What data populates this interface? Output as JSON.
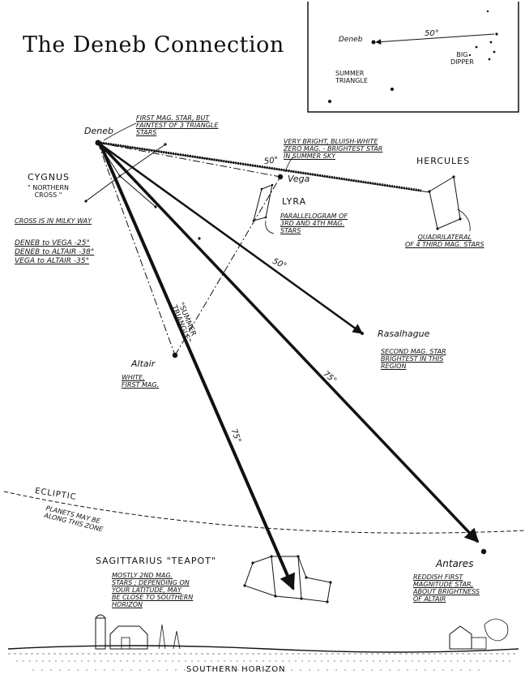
{
  "title": "The Deneb Connection",
  "inset": {
    "deneb": "Deneb",
    "deg50": "50°",
    "big_dipper": [
      "BIG",
      "DIPPER"
    ],
    "summer_triangle": [
      "SUMMER",
      "TRIANGLE"
    ]
  },
  "stars": {
    "deneb": "Deneb",
    "vega": "Vega",
    "altair": "Altair",
    "rasalhague": "Rasalhague",
    "antares": "Antares"
  },
  "constellations": {
    "cygnus": "CYGNUS",
    "cygnus_sub": [
      "\" NORTHERN",
      "CROSS \""
    ],
    "lyra": "LYRA",
    "hercules": "HERCULES",
    "sagittarius": "SAGITTARIUS \"TEAPOT\""
  },
  "notes": {
    "deneb_note": [
      "FIRST MAG. STAR, BUT",
      "FAINTEST OF 3 TRIANGLE",
      "STARS"
    ],
    "vega_note": [
      "VERY BRIGHT, BLUISH-WHITE",
      "ZERO MAG. - BRIGHTEST STAR",
      "IN SUMMER SKY"
    ],
    "milky_way": "CROSS IS IN MILKY WAY",
    "distances": [
      "DENEB to VEGA -25°",
      "DENEB to ALTAIR -38°",
      "VEGA to ALTAIR -35°"
    ],
    "lyra_note": [
      "PARALLELOGRAM OF",
      "3RD AND 4TH MAG.",
      "STARS"
    ],
    "hercules_note": [
      "QUADRILATERAL",
      "OF 4 THIRD MAG. STARS"
    ],
    "rasalhague_note": [
      "SECOND MAG. STAR",
      "BRIGHTEST IN THIS",
      "REGION"
    ],
    "altair_note": [
      "WHITE,",
      "FIRST MAG."
    ],
    "antares_note": [
      "REDDISH FIRST",
      "MAGNITUDE STAR,",
      "ABOUT BRIGHTNESS",
      "OF ALTAIR"
    ],
    "teapot_note": [
      "MOSTLY 2ND MAG.",
      "STARS ; DEPENDING ON",
      "YOUR LATITUDE, MAY",
      "BE CLOSE TO SOUTHERN",
      "HORIZON"
    ],
    "summer_triangle": [
      "\"SUMMER",
      "TRIANGLE\""
    ],
    "ecliptic": "ECLIPTIC",
    "ecliptic_note": [
      "PLANETS MAY BE",
      "ALONG THIS ZONE"
    ],
    "horizon": "SOUTHERN HORIZON"
  },
  "angles": {
    "vega": "50°",
    "rasalhague": "50°",
    "antares": "75°",
    "teapot": "75°"
  }
}
